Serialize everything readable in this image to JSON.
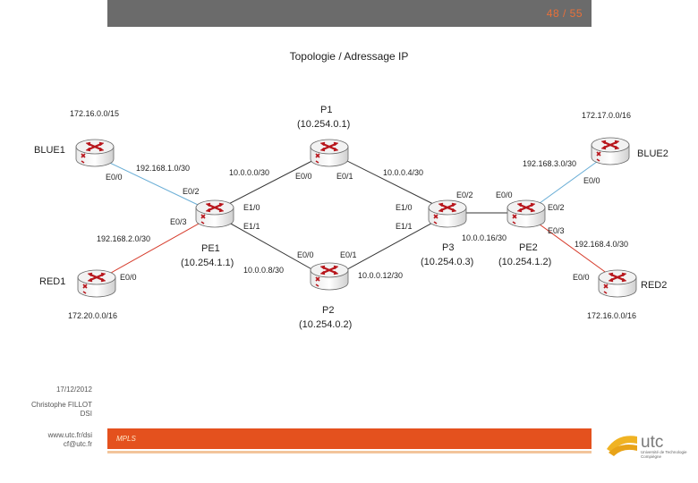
{
  "header": {
    "page": "48",
    "total": "/ 55"
  },
  "title": "Topologie / Adressage IP",
  "sidebar": {
    "date": "17/12/2012",
    "author": "Christophe FILLOT",
    "dept": "DSI",
    "url": "www.utc.fr/dsi",
    "email": "cf@utc.fr"
  },
  "footer": {
    "label": "MPLS"
  },
  "logo": {
    "text": "utc",
    "line1": "Université de Technologie",
    "line2": "Compiègne"
  },
  "routers": [
    {
      "name": "BLUE1",
      "label": "BLUE1",
      "net": "172.16.0.0/15"
    },
    {
      "name": "RED1",
      "label": "RED1",
      "net": "172.20.0.0/16"
    },
    {
      "name": "PE1",
      "label": "PE1",
      "loopback": "(10.254.1.1)"
    },
    {
      "name": "P1",
      "label": "P1",
      "loopback": "(10.254.0.1)"
    },
    {
      "name": "P2",
      "label": "P2",
      "loopback": "(10.254.0.2)"
    },
    {
      "name": "P3",
      "label": "P3",
      "loopback": "(10.254.0.3)"
    },
    {
      "name": "PE2",
      "label": "PE2",
      "loopback": "(10.254.1.2)"
    },
    {
      "name": "BLUE2",
      "label": "BLUE2",
      "net": "172.17.0.0/16"
    },
    {
      "name": "RED2",
      "label": "RED2",
      "net": "172.16.0.0/16"
    }
  ],
  "subnets": {
    "blue1_pe1": "192.168.1.0/30",
    "red1_pe1": "192.168.2.0/30",
    "pe1_p1": "10.0.0.0/30",
    "p1_p3": "10.0.0.4/30",
    "pe1_p2": "10.0.0.8/30",
    "p2_p3": "10.0.0.12/30",
    "p3_pe2": "10.0.0.16/30",
    "pe2_blue2": "192.168.3.0/30",
    "pe2_red2": "192.168.4.0/30"
  },
  "interfaces": {
    "blue1_e00": "E0/0",
    "red1_e00": "E0/0",
    "pe1_e02": "E0/2",
    "pe1_e03": "E0/3",
    "pe1_e10": "E1/0",
    "pe1_e11": "E1/1",
    "p1_e00": "E0/0",
    "p1_e01": "E0/1",
    "p2_e00": "E0/0",
    "p2_e01": "E0/1",
    "p3_e10": "E1/0",
    "p3_e11": "E1/1",
    "p3_e02": "E0/2",
    "pe2_e00": "E0/0",
    "pe2_e02": "E0/2",
    "pe2_e03": "E0/3",
    "blue2_e00": "E0/0",
    "red2_e00": "E0/0"
  }
}
